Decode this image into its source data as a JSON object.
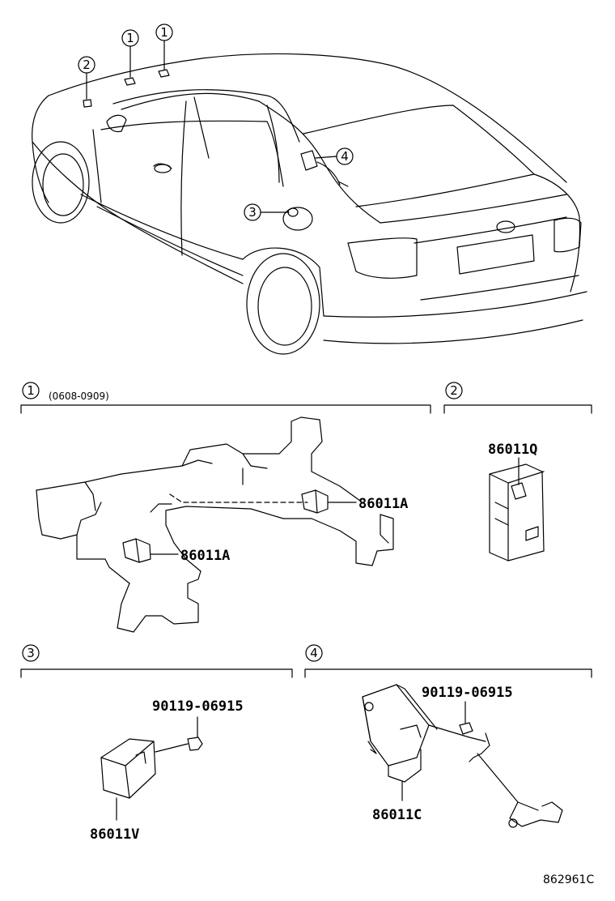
{
  "callouts": {
    "c1a": "1",
    "c1b": "1",
    "c2": "2",
    "c3": "3",
    "c4": "4"
  },
  "sections": {
    "s1": {
      "number": "1",
      "note": "(0608-0909)"
    },
    "s2": {
      "number": "2"
    },
    "s3": {
      "number": "3"
    },
    "s4": {
      "number": "4"
    }
  },
  "parts": {
    "s1_part_right": "86011A",
    "s1_part_left": "86011A",
    "s2_part": "86011Q",
    "s3_bolt": "90119-06915",
    "s3_part": "86011V",
    "s4_bolt": "90119-06915",
    "s4_part": "86011C"
  },
  "diagram_code": "862961C"
}
